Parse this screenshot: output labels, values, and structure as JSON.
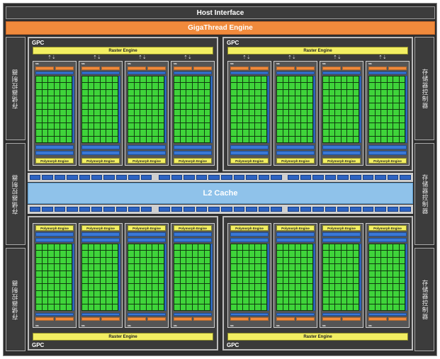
{
  "host_interface": "Host Interface",
  "gigathread": "GigaThread Engine",
  "l2_cache": "L2 Cache",
  "memory_controller_label": "存储器控制器",
  "gpc_label": "GPC",
  "raster_engine": "Raster Engine",
  "polymorph_engine": "Polymorph Engine",
  "sm_label": "SM",
  "layout": {
    "gpc_count": 4,
    "sm_per_gpc": 4,
    "memory_controllers_per_side": 3
  },
  "colors": {
    "frame": "#2e2e2e",
    "gigathread": "#f08a3c",
    "raster": "#f2ee62",
    "core": "#3fd43a",
    "l2": "#8fc2ea",
    "register_blue": "#3a78d6"
  }
}
